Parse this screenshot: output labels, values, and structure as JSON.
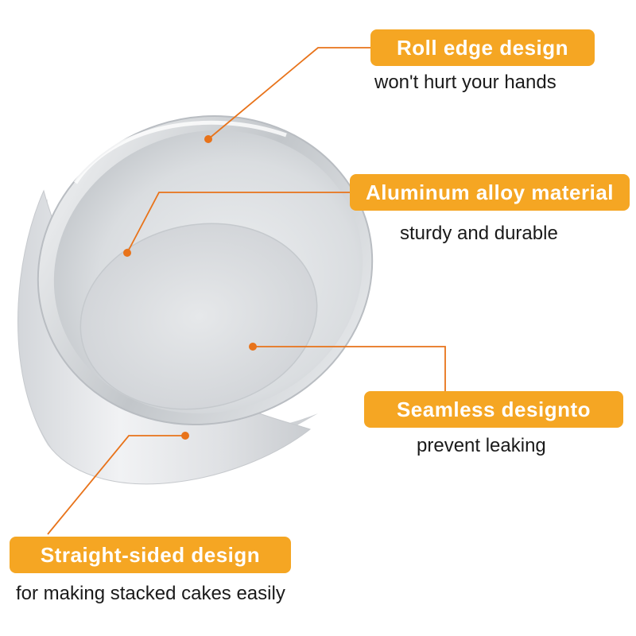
{
  "accent_color": "#f5a623",
  "line_color": "#e8731a",
  "image": {
    "subject": "aluminum-round-cake-pan"
  },
  "callouts": [
    {
      "title": "Roll edge design",
      "subtitle": "won't hurt your hands"
    },
    {
      "title": "Aluminum alloy material",
      "subtitle": "sturdy and durable"
    },
    {
      "title": "Seamless designto",
      "subtitle": "prevent leaking"
    },
    {
      "title": "Straight-sided design",
      "subtitle": "for making stacked cakes easily"
    }
  ]
}
